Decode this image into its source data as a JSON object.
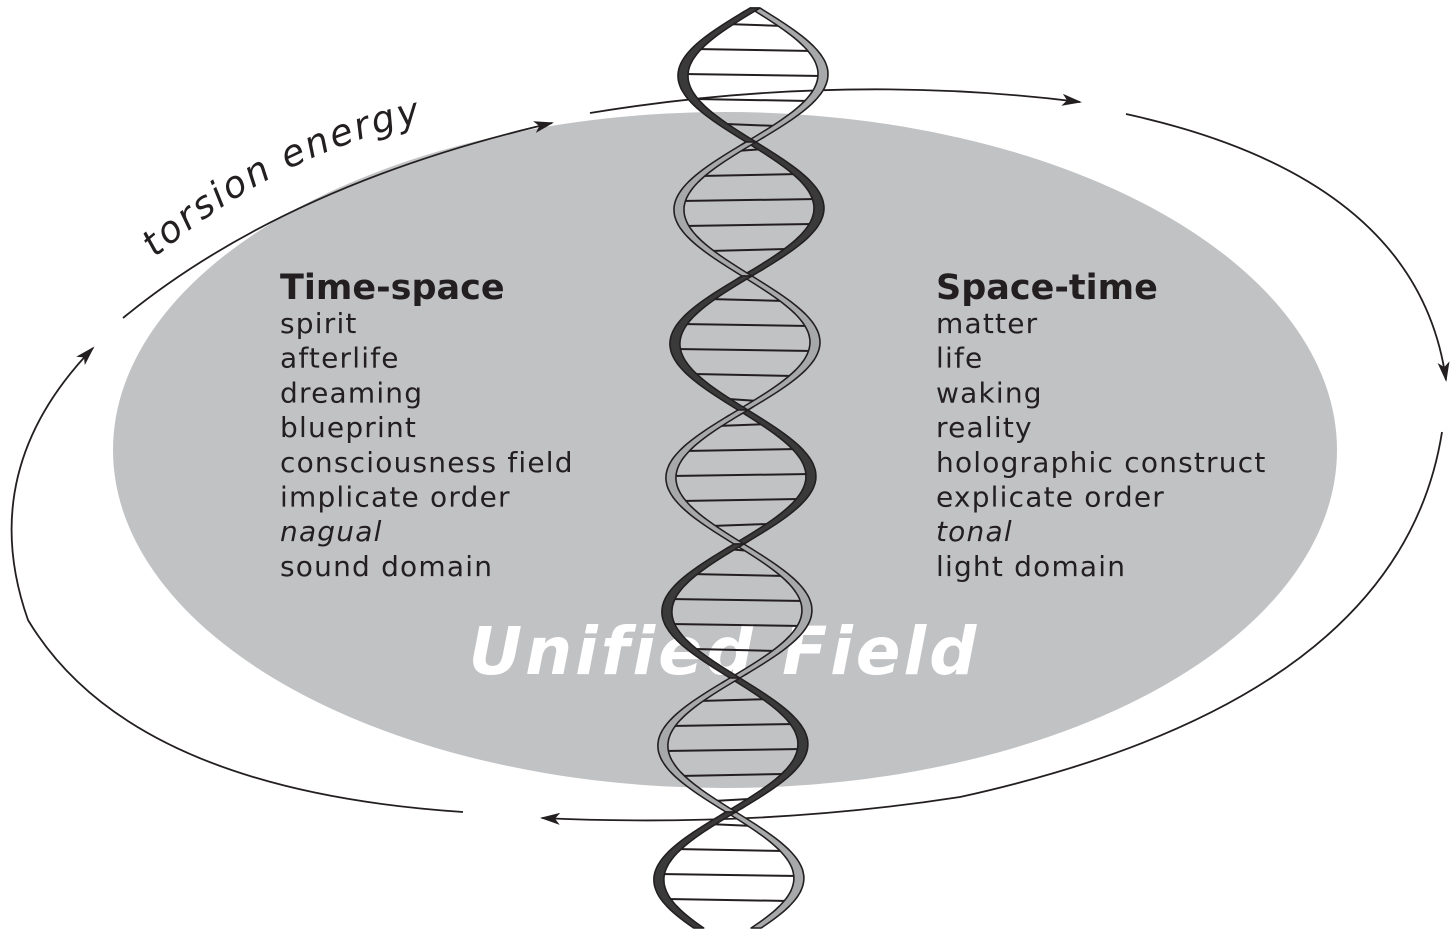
{
  "diagram": {
    "cycle_label": "torsion energy",
    "field_label": "Unified Field",
    "left_column": {
      "title": "Time-space",
      "items": [
        {
          "text": "spirit",
          "italic": false
        },
        {
          "text": "afterlife",
          "italic": false
        },
        {
          "text": "dreaming",
          "italic": false
        },
        {
          "text": "blueprint",
          "italic": false
        },
        {
          "text": "consciousness field",
          "italic": false
        },
        {
          "text": "implicate order",
          "italic": false
        },
        {
          "text": "nagual",
          "italic": true
        },
        {
          "text": "sound domain",
          "italic": false
        }
      ]
    },
    "right_column": {
      "title": "Space-time",
      "items": [
        {
          "text": "matter",
          "italic": false
        },
        {
          "text": "life",
          "italic": false
        },
        {
          "text": "waking",
          "italic": false
        },
        {
          "text": "reality",
          "italic": false
        },
        {
          "text": "holographic construct",
          "italic": false
        },
        {
          "text": "explicate order",
          "italic": false
        },
        {
          "text": "tonal",
          "italic": true
        },
        {
          "text": "light domain",
          "italic": false
        }
      ]
    },
    "colors": {
      "field_fill": "#c1c2c4",
      "strand_light": "#a7a8aa",
      "strand_dark": "#3a3a3a",
      "ink": "#231f20",
      "field_label": "#ffffff"
    }
  }
}
